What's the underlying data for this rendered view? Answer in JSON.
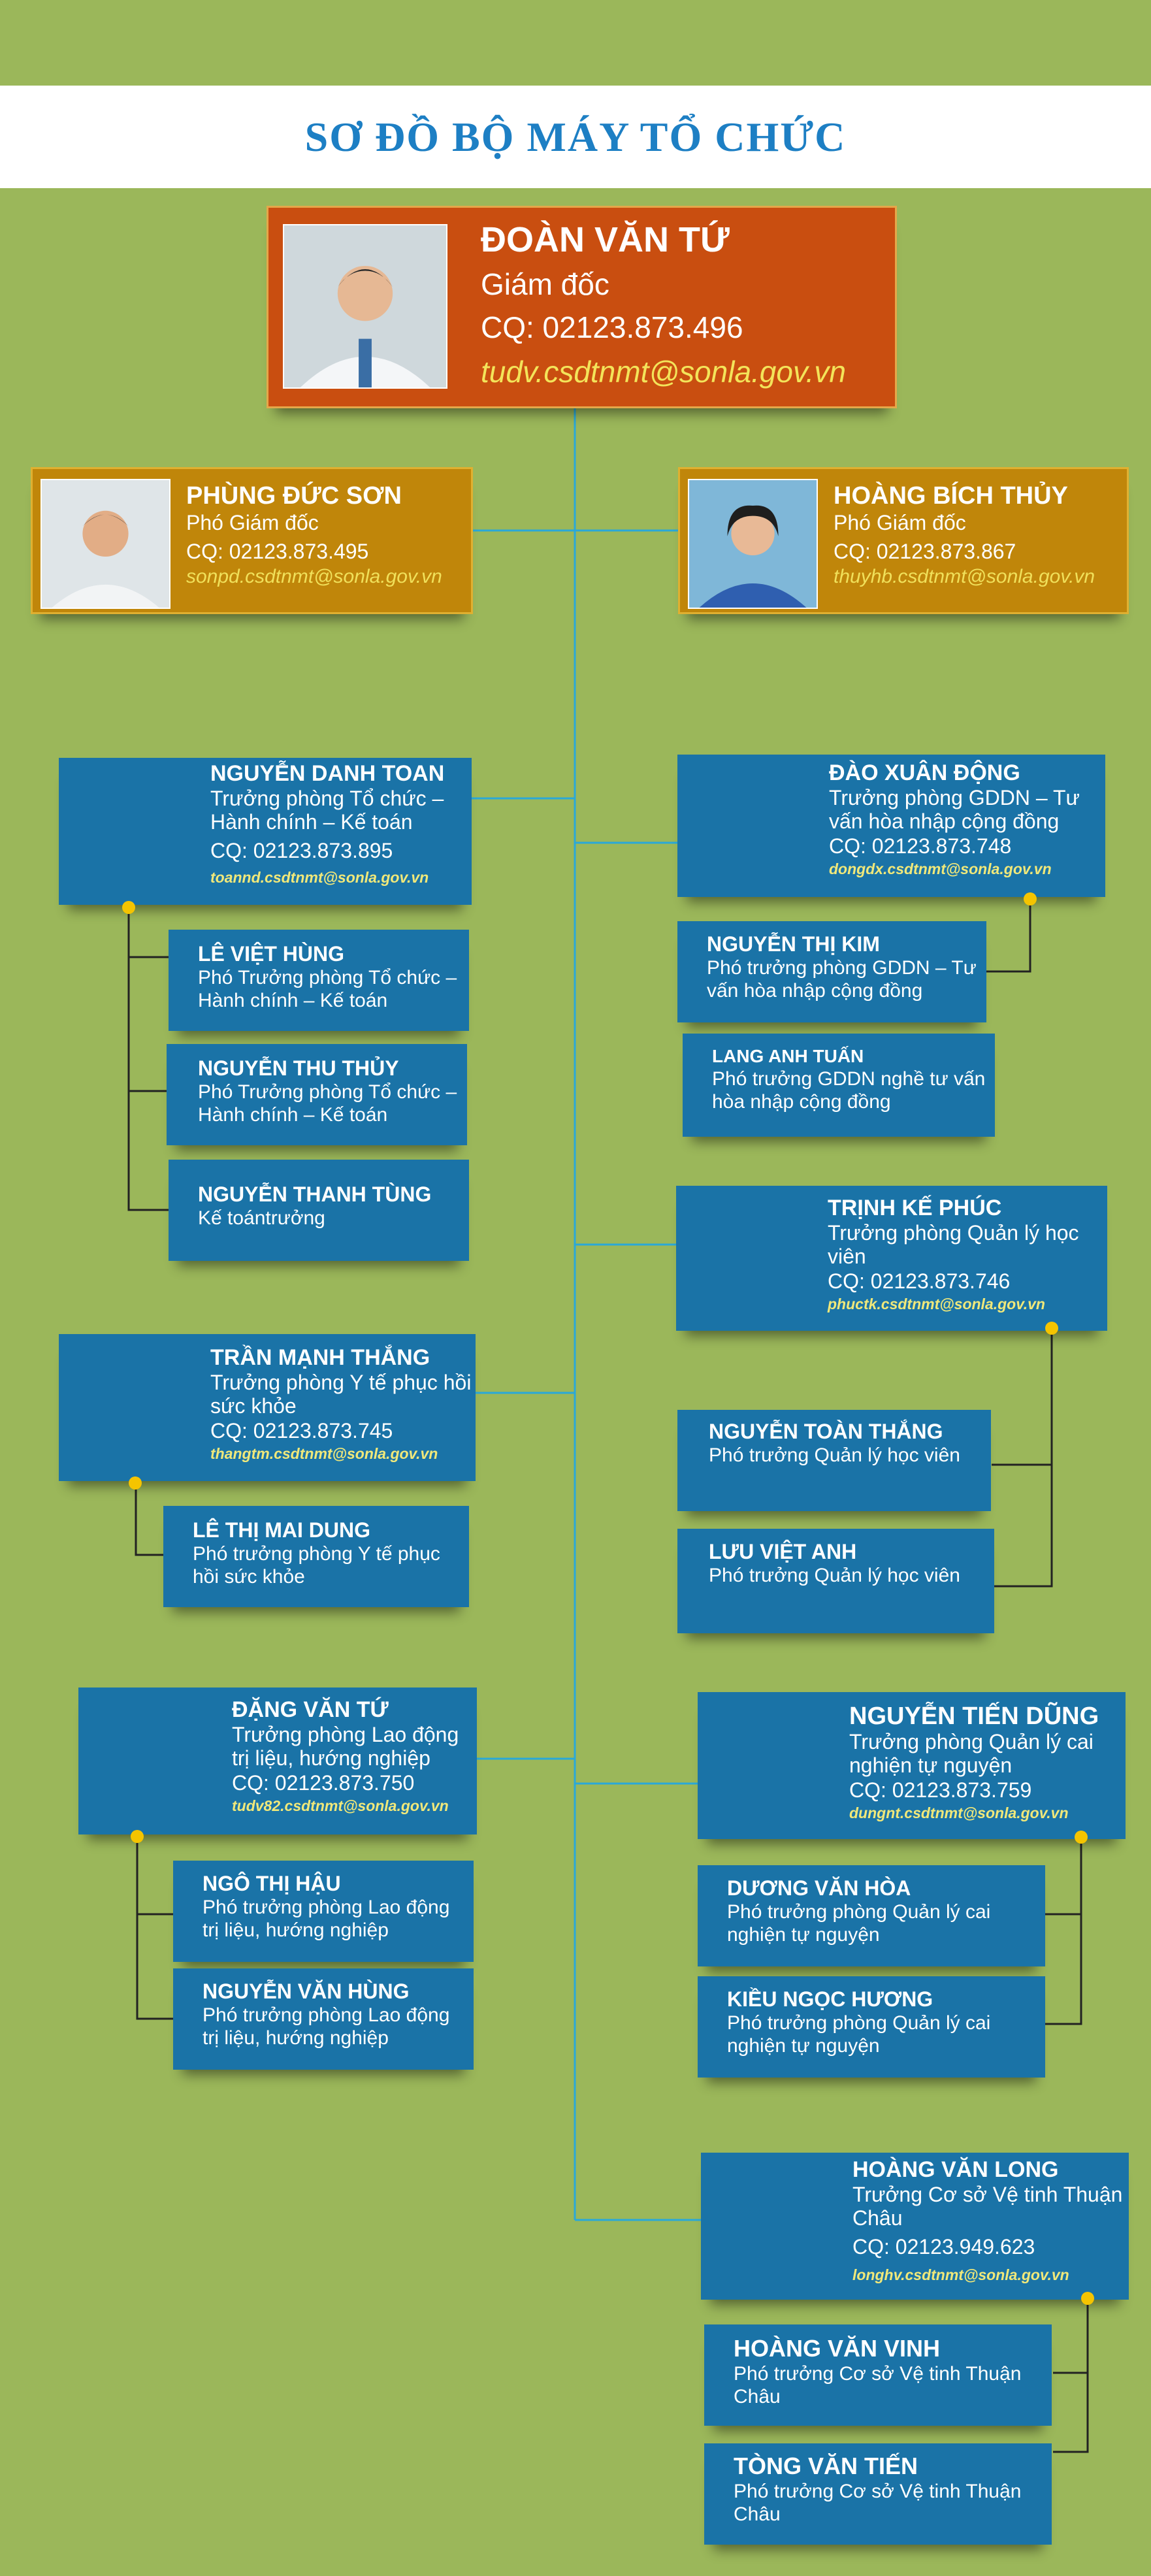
{
  "title": "SƠ ĐỒ BỘ MÁY TỔ CHỨC",
  "director": {
    "name": "ĐOÀN VĂN TỨ",
    "role": "Giám đốc",
    "cq": "CQ: 02123.873.496",
    "email": "tudv.csdtnmt@sonla.gov.vn"
  },
  "deputies": [
    {
      "name": "PHÙNG ĐỨC SƠN",
      "role": "Phó Giám đốc",
      "cq": "CQ: 02123.873.495",
      "email": "sonpd.csdtnmt@sonla.gov.vn"
    },
    {
      "name": "HOÀNG BÍCH THỦY",
      "role": "Phó Giám đốc",
      "cq": "CQ: 02123.873.867",
      "email": "thuyhb.csdtnmt@sonla.gov.vn"
    }
  ],
  "left_departments": [
    {
      "head": {
        "name": "NGUYỄN DANH TOAN",
        "role": "Trưởng phòng Tổ chức – Hành chính – Kế toán",
        "cq": "CQ: 02123.873.895",
        "email": "toannd.csdtnmt@sonla.gov.vn"
      },
      "subs": [
        {
          "name": "LÊ VIỆT HÙNG",
          "role": "Phó Trưởng phòng Tổ chức – Hành chính – Kế toán"
        },
        {
          "name": "NGUYỄN THU THỦY",
          "role": "Phó Trưởng phòng Tổ chức – Hành chính – Kế toán"
        },
        {
          "name": "NGUYỄN THANH TÙNG",
          "role": "Kế toántrưởng"
        }
      ]
    },
    {
      "head": {
        "name": "TRẦN MẠNH THẮNG",
        "role": "Trưởng phòng Y tế phục hồi sức khỏe",
        "cq": "CQ: 02123.873.745",
        "email": "thangtm.csdtnmt@sonla.gov.vn"
      },
      "subs": [
        {
          "name": "LÊ THỊ MAI DUNG",
          "role": "Phó trưởng phòng  Y tế phục hồi sức khỏe"
        }
      ]
    },
    {
      "head": {
        "name": "ĐẶNG VĂN TỨ",
        "role": "Trưởng phòng Lao động trị liệu, hướng nghiệp",
        "cq": "CQ: 02123.873.750",
        "email": "tudv82.csdtnmt@sonla.gov.vn"
      },
      "subs": [
        {
          "name": "NGÔ THỊ HẬU",
          "role": "Phó trưởng phòng Lao động trị liệu, hướng nghiệp"
        },
        {
          "name": "NGUYỄN VĂN HÙNG",
          "role": "Phó trưởng phòng Lao động trị liệu, hướng nghiệp"
        }
      ]
    }
  ],
  "right_departments": [
    {
      "head": {
        "name": "ĐÀO XUÂN ĐỘNG",
        "role": "Trưởng phòng GDDN – Tư vấn hòa nhập cộng đồng",
        "cq": "CQ: 02123.873.748",
        "email": "dongdx.csdtnmt@sonla.gov.vn"
      },
      "subs": [
        {
          "name": "NGUYỄN THỊ KIM",
          "role": "Phó trưởng phòng GDDN – Tư vấn hòa nhập cộng đồng"
        },
        {
          "name": "LANG ANH TUẤN",
          "role": "Phó trưởng GDDN nghề tư vấn hòa nhập cộng đồng"
        }
      ]
    },
    {
      "head": {
        "name": "TRỊNH KẾ PHÚC",
        "role": "Trưởng phòng Quản lý học viên",
        "cq": "CQ: 02123.873.746",
        "email": "phuctk.csdtnmt@sonla.gov.vn"
      },
      "subs": [
        {
          "name": "NGUYỄN TOÀN THẮNG",
          "role": "Phó trưởng Quản lý học viên"
        },
        {
          "name": "LƯU VIỆT ANH",
          "role": "Phó trưởng Quản lý học viên"
        }
      ]
    },
    {
      "head": {
        "name": "NGUYỄN TIẾN DŨNG",
        "role": "Trưởng phòng Quản lý cai nghiện tự nguyện",
        "cq": "CQ: 02123.873.759",
        "email": "dungnt.csdtnmt@sonla.gov.vn"
      },
      "subs": [
        {
          "name": "DƯƠNG VĂN HÒA",
          "role": "Phó trưởng phòng Quản lý cai nghiện tự nguyện"
        },
        {
          "name": "KIỀU NGỌC HƯƠNG",
          "role": "Phó trưởng phòng Quản lý cai nghiện tự nguyện"
        }
      ]
    },
    {
      "head": {
        "name": "HOÀNG VĂN LONG",
        "role": "Trưởng Cơ sở Vệ tinh Thuận Châu",
        "cq": "CQ: 02123.949.623",
        "email": "longhv.csdtnmt@sonla.gov.vn"
      },
      "subs": [
        {
          "name": "HOÀNG VĂN VINH",
          "role": "Phó trưởng Cơ sở Vệ tinh Thuận Châu"
        },
        {
          "name": "TÒNG VĂN TIẾN",
          "role": "Phó trưởng Cơ sở Vệ tinh Thuận Châu"
        }
      ]
    }
  ],
  "colors": {
    "background": "#9bb75a",
    "title": "#1d7fc4",
    "card": "#1a73a7",
    "director": "#c94e10",
    "deputy": "#c0860a",
    "line": "#2aa8d8",
    "dot": "#f5c400"
  }
}
